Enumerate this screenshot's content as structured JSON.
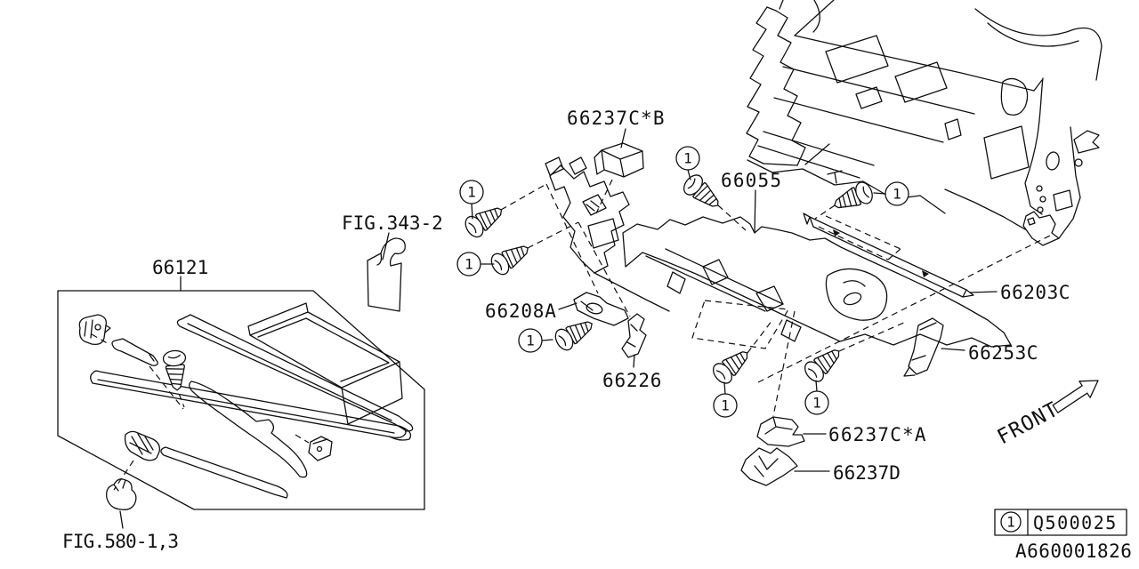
{
  "colors": {
    "line": "#111111",
    "background": "#ffffff"
  },
  "callout_symbol": "1",
  "part_labels": {
    "b66237cb": "66237C*B",
    "b66055": "66055",
    "fig343": "FIG.343-2",
    "b66121": "66121",
    "b66208a": "66208A",
    "b66226": "66226",
    "b66203c": "66203C",
    "b66253c": "66253C",
    "b66237ca": "66237C*A",
    "b66237d": "66237D",
    "fig580": "FIG.580-1,3"
  },
  "front_label": "FRONT",
  "legend": {
    "ref_symbol": "1",
    "part_number": "Q500025"
  },
  "diagram_code": "A660001826"
}
